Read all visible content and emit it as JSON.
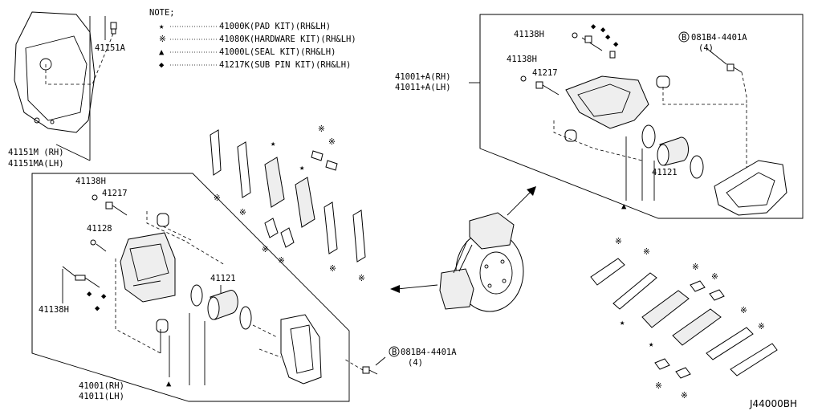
{
  "notes": {
    "title": "NOTE;",
    "items": [
      {
        "symbol": "★",
        "text": "41000K(PAD KIT)(RH&LH)"
      },
      {
        "symbol": "※",
        "text": "41080K(HARDWARE KIT)(RH&LH)"
      },
      {
        "symbol": "▲",
        "text": "41000L(SEAL KIT)(RH&LH)"
      },
      {
        "symbol": "◆",
        "text": "41217K(SUB PIN KIT)(RH&LH)"
      }
    ]
  },
  "labels": {
    "p41151a": "41151A",
    "p41151m_rh": "41151M (RH)",
    "p41151ma_lh": "41151MA(LH)",
    "left_41138h_top": "41138H",
    "left_41217": "41217",
    "left_41128": "41128",
    "left_41138h_bot": "41138H",
    "left_41121": "41121",
    "left_41001_rh": "41001(RH)",
    "left_41011_lh": "41011(LH)",
    "left_bolt_code": "081B4-4401A",
    "left_bolt_qty": "(4)",
    "right_41138h_top": "41138H",
    "right_41138h": "41138H",
    "right_41217": "41217",
    "right_41001a_rh": "41001+A(RH)",
    "right_41011a_lh": "41011+A(LH)",
    "right_41121": "41121",
    "right_bolt_code": "081B4-4401A",
    "right_bolt_qty": "(4)",
    "bolt_prefix": "B",
    "diagram_code": "J44000BH"
  }
}
